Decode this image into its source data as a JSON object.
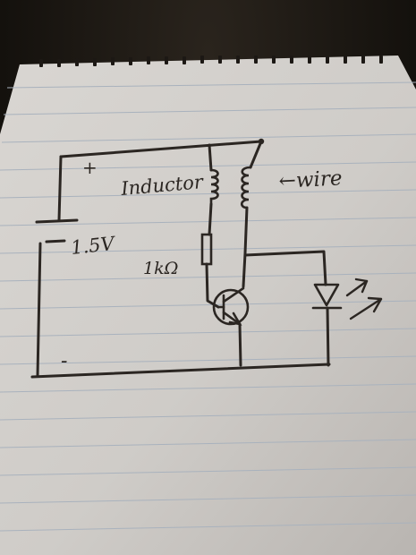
{
  "diagram": {
    "labels": {
      "positive": "+",
      "negative": "-",
      "battery_voltage": "1.5V",
      "inductor": "Inductor",
      "resistor": "1kΩ",
      "wire": "←wire"
    }
  }
}
